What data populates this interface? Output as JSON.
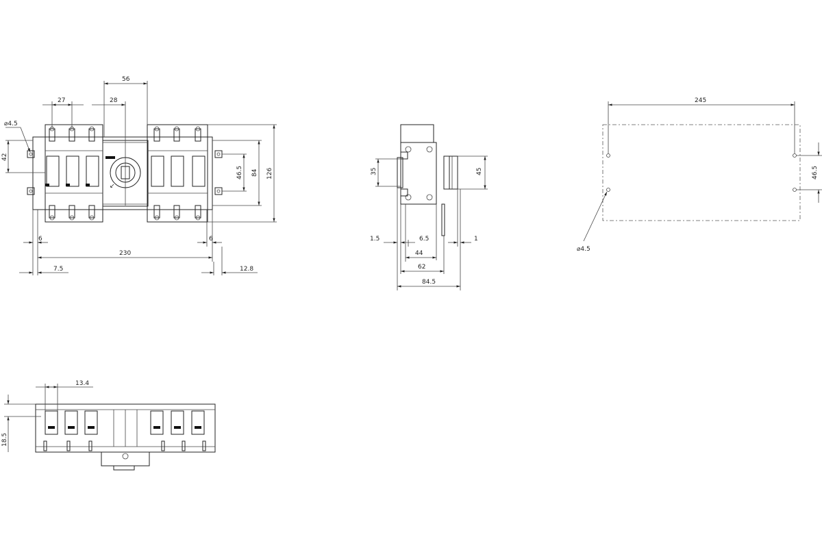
{
  "front_view": {
    "dims": {
      "d56": "56",
      "d27": "27",
      "d28": "28",
      "d_hole": "⌀4.5",
      "d42": "42",
      "d465": "46.5",
      "d84": "84",
      "d126": "126",
      "d6_left": "6",
      "d6_right": "6",
      "d230": "230",
      "d75": "7.5",
      "d128": "12.8"
    }
  },
  "side_view": {
    "dims": {
      "d35": "35",
      "d45": "45",
      "d15": "1.5",
      "d65": "6.5",
      "d1": "1",
      "d44": "44",
      "d62": "62",
      "d845": "84.5"
    }
  },
  "mount_view": {
    "dims": {
      "d245": "245",
      "d465": "46.5",
      "d_hole": "⌀4.5"
    }
  },
  "bottom_view": {
    "dims": {
      "d134": "13.4",
      "d185": "18.5"
    }
  },
  "colors": {
    "line": "#222222",
    "background": "#ffffff"
  }
}
